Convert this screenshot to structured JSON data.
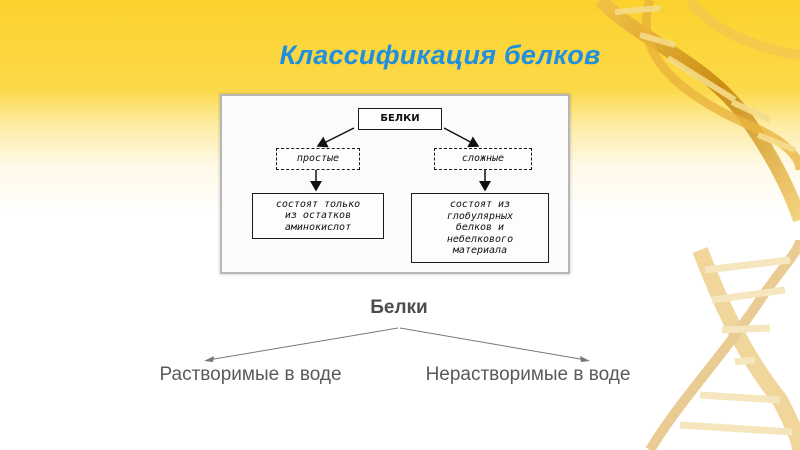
{
  "slide": {
    "title": "Классификация белков"
  },
  "diagram": {
    "root": "БЕЛКИ",
    "left": "простые",
    "right": "сложные",
    "left_desc": [
      "состоят только",
      "из остатков",
      "аминокислот"
    ],
    "right_desc": [
      "состоят из",
      "глобулярных",
      "белков и",
      "небелкового",
      "материала"
    ]
  },
  "bottom": {
    "root": "Белки",
    "left": "Растворимые в воде",
    "right": "Нерастворимые в воде"
  },
  "colors": {
    "title": "#1f8fe0",
    "background_top": "#fbd22d",
    "helix": "#c8921a"
  }
}
